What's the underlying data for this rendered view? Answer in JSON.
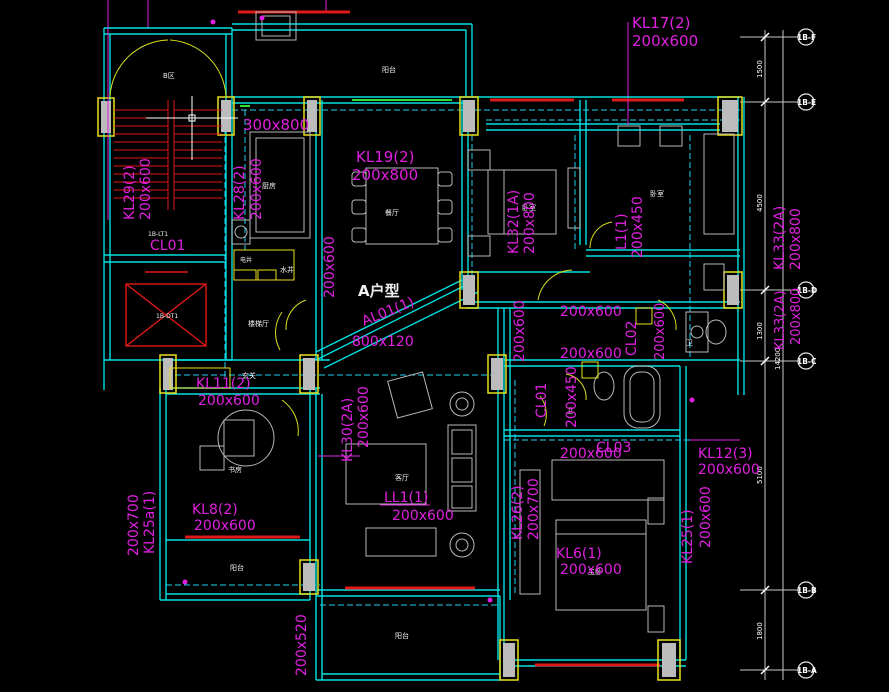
{
  "plan": {
    "title": "A户型",
    "rooms": {
      "b_zone": "B区",
      "balcony_top": "阳台",
      "kitchen": "厨房",
      "dining": "餐厅",
      "bedroom_a": "卧室",
      "bedroom_b": "卧室",
      "bath_1": "卫",
      "bath_2": "卫",
      "foyer": "玄关",
      "stair_hall": "楼梯厅",
      "study": "书房",
      "living": "客厅",
      "master_bedroom": "主卧",
      "balcony_left": "阳台",
      "balcony_bottom": "阳台",
      "well_1": "水井",
      "well_2": "电井",
      "stair": "1B-LT1",
      "elevator": "1B-DT1"
    },
    "beams": {
      "kl17": "KL17(2)",
      "kl17_size": "200x600",
      "kl19": "KL19(2)",
      "kl19_size": "200x800",
      "top_size": "300x800",
      "kl29": "KL29(2)",
      "kl29_size": "200x600",
      "cl01a": "CL01",
      "kl28": "KL28(2)",
      "kl28_size": "200x600",
      "kl32": "KL32(1A)",
      "kl32_size": "200x800",
      "l1": "L1(1)",
      "l1_size": "200x450",
      "kl33": "KL33(2A)",
      "kl33_size": "200x800",
      "kl33b": "KL33(2A)",
      "kl33b_size": "200x800",
      "v200x600": "200x600",
      "al01": "AL01(1)",
      "al01_size": "800x120",
      "h200x600a": "200x600",
      "cl02": "CL02",
      "v200x600b": "200x600",
      "kl11": "KL11(2)",
      "kl11_size": "200x600",
      "h200x600b": "200x600",
      "cl01b": "CL01",
      "v200x450": "200x450",
      "cl03": "CL03",
      "h200x600c": "200x600",
      "kl12": "KL12(3)",
      "kl12_size": "200x600",
      "kl30": "KL30(2A)",
      "kl30_size": "200x600",
      "ll1": "LL1(1)",
      "ll1_size": "200x600",
      "kl26": "KL26(2)",
      "kl26_size": "200x700",
      "kl6": "KL6(1)",
      "kl6_size": "200x600",
      "kl25b": "KL25(1)",
      "kl25b_size": "200x600",
      "kl8": "KL8(2)",
      "kl8_size": "200x600",
      "kl25a": "KL25a(1)",
      "kl25a_size": "200x700",
      "v200x520": "200x520"
    },
    "dimensions": {
      "d1500": "1500",
      "d4500": "4500",
      "d1300": "1300",
      "d14200": "14200",
      "d5100": "5100",
      "d1800": "1800"
    },
    "axes": [
      "1B-F",
      "1B-E",
      "1B-D",
      "1B-C",
      "1B-B",
      "1B-A"
    ],
    "colors": {
      "background": "#000000",
      "wall_cyan": "#00e0e0",
      "beam_text": "#e020e0",
      "column_yellow": "#e8e020",
      "window_red": "#e01818",
      "furniture": "#c8c8c8",
      "room_label": "#f0f0f0"
    }
  }
}
